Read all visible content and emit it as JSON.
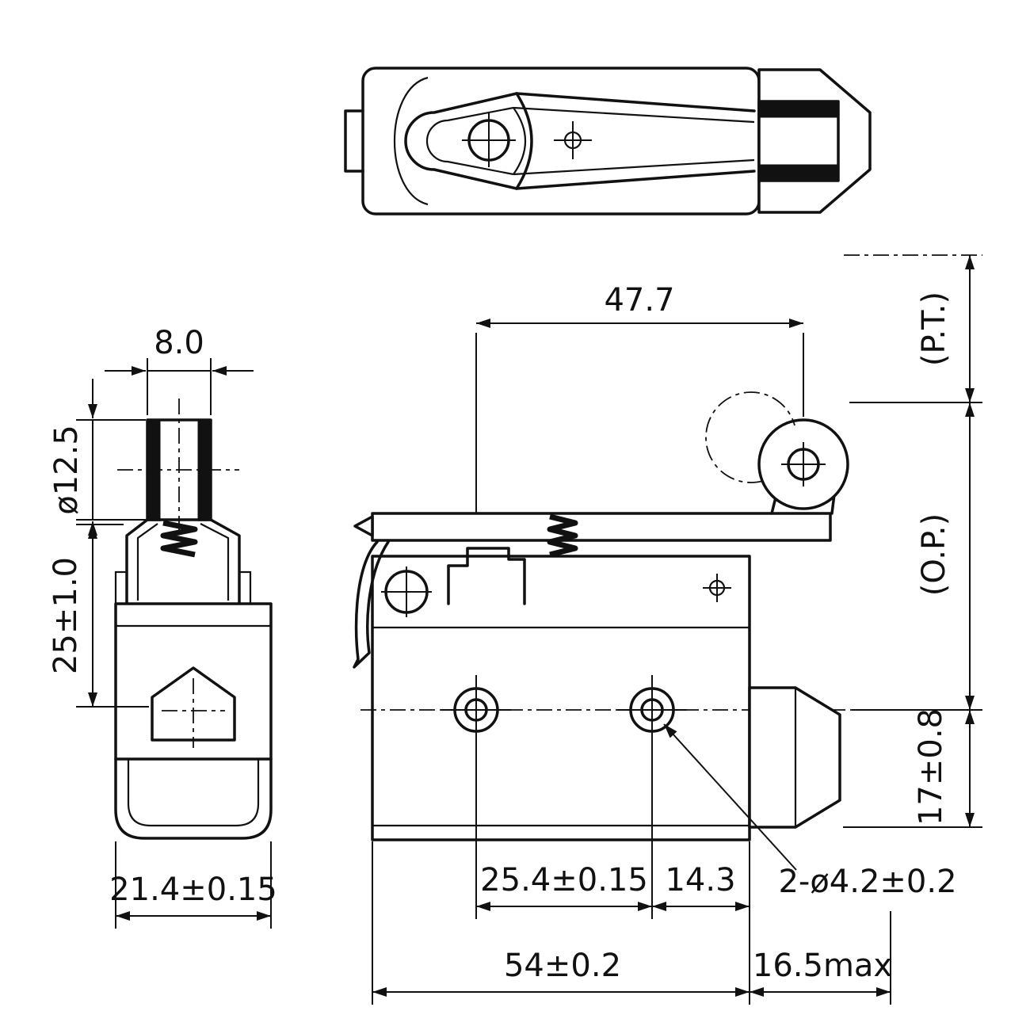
{
  "drawing": {
    "kind": "limit-switch-roller-lever-dimension-drawing",
    "line_color": "#111111",
    "bg_color": "#ffffff"
  },
  "dimensions": {
    "roller_width": "8.0",
    "roller_diameter": "ø12.5",
    "body_height": "25±1.0",
    "base_width": "21.4±0.15",
    "lever_length": "47.7",
    "pretravel": "(P.T.)",
    "operating_position": "(O.P.)",
    "base_height": "17±0.8",
    "hole_spacing": "25.4±0.15",
    "hole_to_edge": "14.3",
    "mounting_holes": "2-ø4.2±0.2",
    "body_length": "54±0.2",
    "plunger_protrusion": "16.5max"
  }
}
